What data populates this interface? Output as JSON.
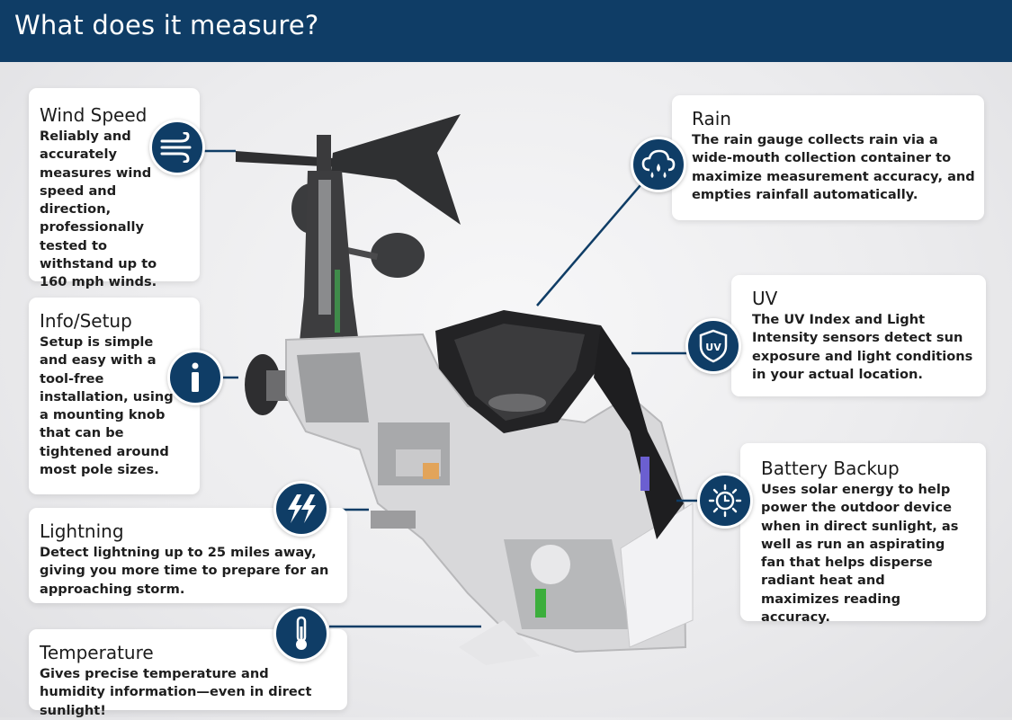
{
  "page_title": "What does it measure?",
  "cards": {
    "wind": {
      "title": "Wind Speed",
      "desc": "Reliably and accurately measures wind speed and direction, professionally tested to withstand up to 160 mph winds."
    },
    "info": {
      "title": "Info/Setup",
      "desc": "Setup is simple and easy with a tool-free installation, using a mounting knob that can be tightened around most pole sizes."
    },
    "lightning": {
      "title": "Lightning",
      "desc": "Detect lightning up to 25 miles away, giving you more time to prepare for an approaching storm."
    },
    "temperature": {
      "title": "Temperature",
      "desc": "Gives precise temperature and humidity information—even in direct sunlight!"
    },
    "rain": {
      "title": "Rain",
      "desc": "The rain gauge collects rain via a wide-mouth collection container to maximize measurement accuracy, and empties rainfall automatically."
    },
    "uv": {
      "title": "UV",
      "desc": "The UV Index and Light Intensity sensors detect sun exposure and light conditions in your actual location."
    },
    "battery": {
      "title": "Battery Backup",
      "desc": "Uses solar energy to help power the outdoor device when in direct sunlight, as well as run an aspirating fan that helps disperse radiant heat and maximizes reading accuracy."
    }
  },
  "icons": {
    "wind": "wind-icon",
    "info": "info-icon",
    "lightning": "lightning-icon",
    "temperature": "thermometer-icon",
    "rain": "rain-cloud-icon",
    "uv": "uv-shield-icon",
    "battery": "sun-clock-icon"
  },
  "uv_badge_text": "UV",
  "colors": {
    "header_bg": "#0f3d66",
    "icon_bg": "#0f3d66",
    "leader_line": "#0f3d66",
    "card_bg": "#ffffff",
    "page_bg": "#ececee"
  }
}
